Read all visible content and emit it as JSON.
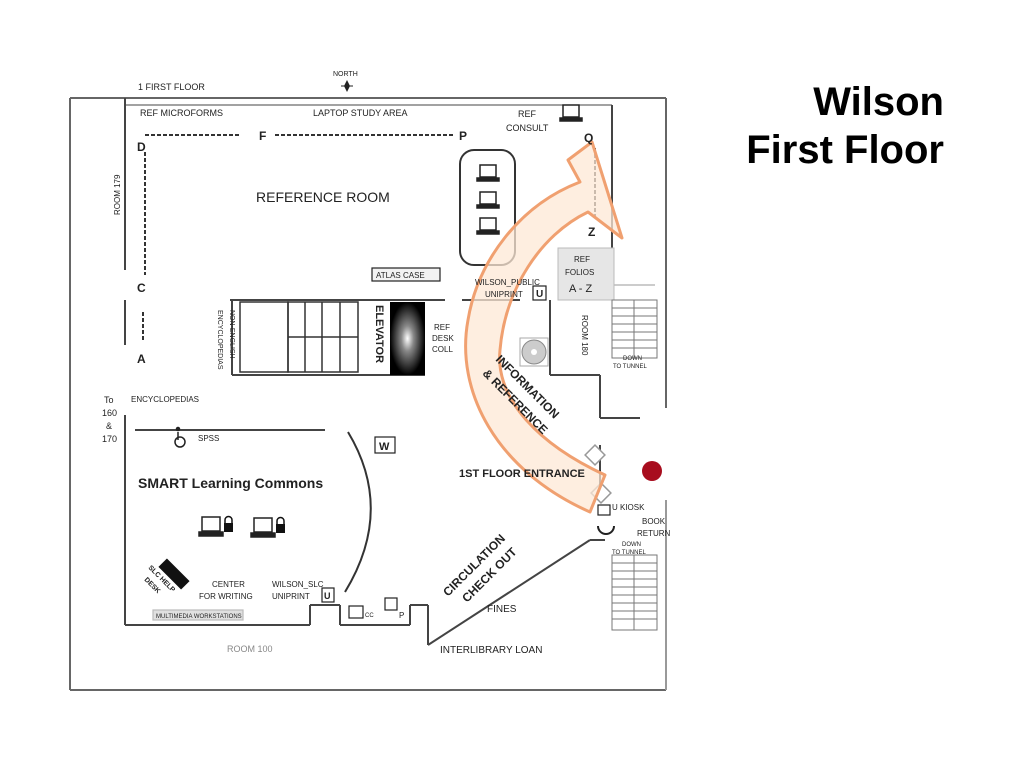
{
  "slide": {
    "title_line1": "Wilson",
    "title_line2": "First Floor"
  },
  "map": {
    "floor_label": "1 FIRST FLOOR",
    "north": "NORTH",
    "areas": {
      "ref_microforms": "REF MICROFORMS",
      "laptop_study": "LAPTOP STUDY AREA",
      "ref_consult_1": "REF",
      "ref_consult_2": "CONSULT",
      "room_179": "ROOM 179",
      "reference_room": "REFERENCE ROOM",
      "atlas_case": "ATLAS CASE",
      "wilson_public_1": "WILSON_PUBLIC",
      "wilson_public_2": "UNIPRINT",
      "non_english": "NON-ENGLISH",
      "encyclopedias_v": "ENCYCLOPEDIAS",
      "elevator": "ELEVATOR",
      "ref_desk_1": "REF",
      "ref_desk_2": "DESK",
      "ref_desk_3": "COLL",
      "room_180": "ROOM 180",
      "down_tunnel_1a": "DOWN",
      "down_tunnel_1b": "TO TUNNEL",
      "to_1": "To",
      "to_2": "160",
      "to_3": "&",
      "to_4": "170",
      "encyclopedias": "ENCYCLOPEDIAS",
      "sps": "SPSS",
      "w": "W",
      "info_ref_1": "INFORMATION",
      "info_ref_2": "& REFERENCE",
      "entrance": "1ST FLOOR ENTRANCE",
      "smart": "SMART Learning Commons",
      "u_kiosk": "U KIOSK",
      "book_return_1": "BOOK",
      "book_return_2": "RETURN",
      "down_tunnel_2a": "DOWN",
      "down_tunnel_2b": "TO TUNNEL",
      "slc_help_1": "SLC HELP",
      "slc_help_2": "DESK",
      "center_1": "CENTER",
      "center_2": "FOR WRITING",
      "wilson_slc_1": "WILSON_SLC",
      "wilson_slc_2": "UNIPRINT",
      "circulation_1": "CIRCULATION",
      "circulation_2": "CHECK OUT",
      "fines": "FINES",
      "multimedia": "MULTIMEDIA WORKSTATIONS",
      "room_100": "ROOM 100",
      "interlibrary": "INTERLIBRARY LOAN",
      "ref_folios_1": "REF",
      "ref_folios_2": "FOLIOS",
      "ref_folios_3": "A - Z"
    },
    "shelf_letters": {
      "d": "D",
      "f": "F",
      "p": "P",
      "q": "Q",
      "z": "Z",
      "c": "C",
      "a": "A"
    },
    "small_labels": {
      "u1": "U",
      "u2": "U",
      "cc": "CC",
      "p": "P"
    },
    "colors": {
      "arrow_stroke": "#f0a070",
      "arrow_fill": "#fde8d6",
      "entrance_dot": "#a80d1e",
      "walls": "#555555"
    }
  }
}
